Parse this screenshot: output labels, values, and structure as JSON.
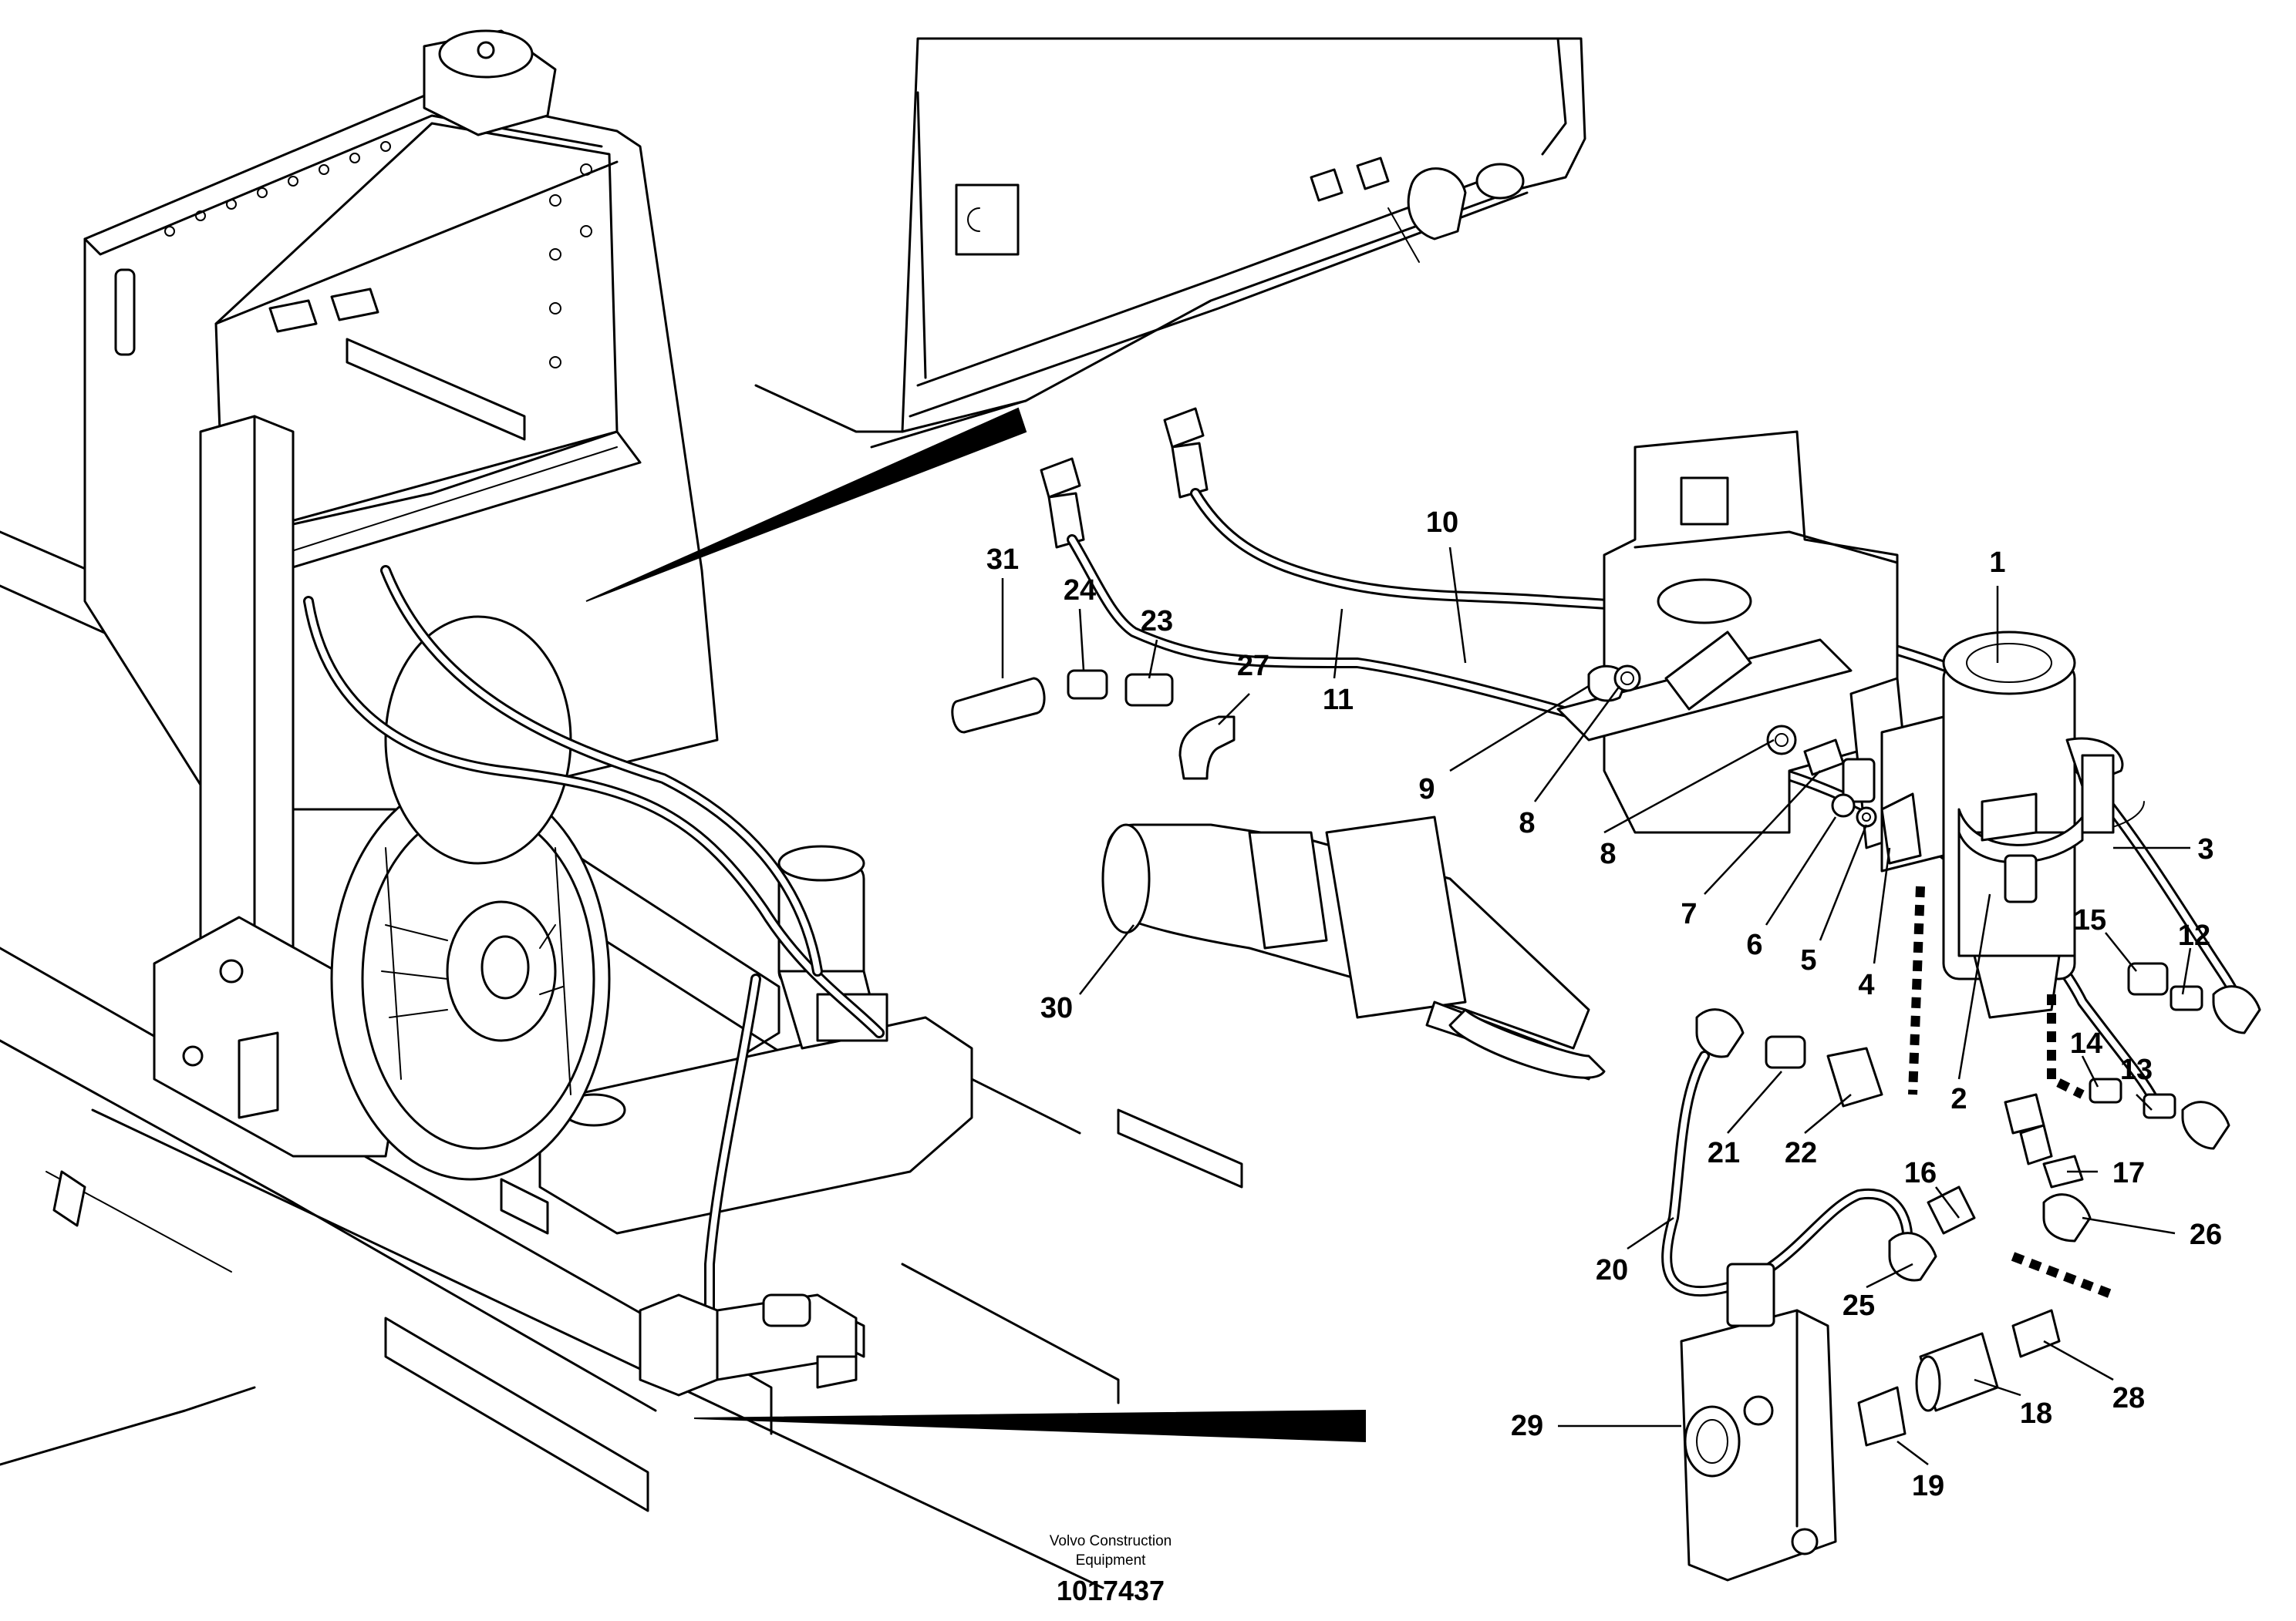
{
  "diagram": {
    "callouts": [
      {
        "id": "1",
        "label": "1"
      },
      {
        "id": "2",
        "label": "2"
      },
      {
        "id": "3",
        "label": "3"
      },
      {
        "id": "4",
        "label": "4"
      },
      {
        "id": "5",
        "label": "5"
      },
      {
        "id": "6",
        "label": "6"
      },
      {
        "id": "7",
        "label": "7"
      },
      {
        "id": "8a",
        "label": "8"
      },
      {
        "id": "8b",
        "label": "8"
      },
      {
        "id": "9",
        "label": "9"
      },
      {
        "id": "10",
        "label": "10"
      },
      {
        "id": "11",
        "label": "11"
      },
      {
        "id": "12",
        "label": "12"
      },
      {
        "id": "13",
        "label": "13"
      },
      {
        "id": "14",
        "label": "14"
      },
      {
        "id": "15",
        "label": "15"
      },
      {
        "id": "16",
        "label": "16"
      },
      {
        "id": "17",
        "label": "17"
      },
      {
        "id": "18",
        "label": "18"
      },
      {
        "id": "19",
        "label": "19"
      },
      {
        "id": "20",
        "label": "20"
      },
      {
        "id": "21",
        "label": "21"
      },
      {
        "id": "22",
        "label": "22"
      },
      {
        "id": "23",
        "label": "23"
      },
      {
        "id": "24",
        "label": "24"
      },
      {
        "id": "25",
        "label": "25"
      },
      {
        "id": "26",
        "label": "26"
      },
      {
        "id": "27",
        "label": "27"
      },
      {
        "id": "28",
        "label": "28"
      },
      {
        "id": "29",
        "label": "29"
      },
      {
        "id": "30",
        "label": "30"
      },
      {
        "id": "31",
        "label": "31"
      }
    ],
    "credit_line1": "Volvo Construction",
    "credit_line2": "Equipment",
    "document_number": "1017437"
  }
}
